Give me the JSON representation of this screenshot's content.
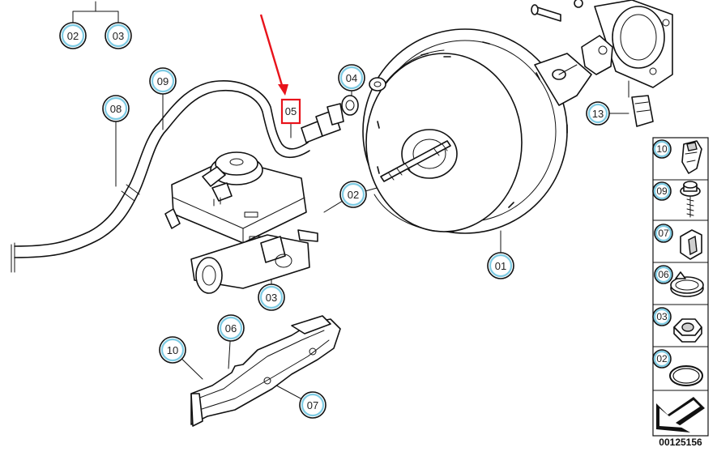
{
  "callouts": [
    {
      "id": "c01",
      "label": "01"
    },
    {
      "id": "c02a",
      "label": "02"
    },
    {
      "id": "c03a",
      "label": "03"
    },
    {
      "id": "c02b",
      "label": "02"
    },
    {
      "id": "c03b",
      "label": "03"
    },
    {
      "id": "c04",
      "label": "04"
    },
    {
      "id": "c05",
      "label": "05"
    },
    {
      "id": "c06",
      "label": "06"
    },
    {
      "id": "c07",
      "label": "07"
    },
    {
      "id": "c08",
      "label": "08"
    },
    {
      "id": "c09",
      "label": "09"
    },
    {
      "id": "c10",
      "label": "10"
    },
    {
      "id": "c13",
      "label": "13"
    }
  ],
  "sidebar": [
    {
      "label": "10",
      "icon": "clip-nut-icon"
    },
    {
      "label": "09",
      "icon": "screw-icon"
    },
    {
      "label": "07",
      "icon": "grommet-icon"
    },
    {
      "label": "06",
      "icon": "hose-clamp-icon"
    },
    {
      "label": "03",
      "icon": "hex-nut-icon"
    },
    {
      "label": "02",
      "icon": "sealing-ring-icon"
    }
  ],
  "catalog_number": "00125156",
  "highlight_color": "#e8131b",
  "callout_ring_color": "#7ecbe3"
}
